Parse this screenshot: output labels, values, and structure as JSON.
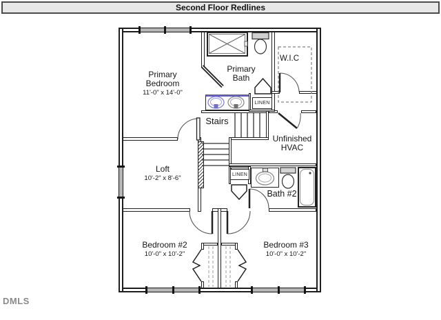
{
  "header": {
    "title": "Second Floor Redlines"
  },
  "watermark": "DMLS",
  "colors": {
    "wall": "#1d1d1d",
    "window_fill": "#b6b6b6",
    "header_bg": "#e7e7e7",
    "redline_blue": "#5c5cd0",
    "text": "#161616",
    "watermark_gray": "#8a8a8a"
  },
  "rooms": {
    "primary_bedroom": {
      "name": "Primary Bedroom",
      "dims": "11'-0\" x 14'-0\""
    },
    "primary_bath": {
      "name": "Primary Bath"
    },
    "wic": {
      "name": "W.I.C"
    },
    "stairs": {
      "name": "Stairs"
    },
    "linen_upper": {
      "name": "LINEN"
    },
    "unfinished_hvac": {
      "name": "Unfinished HVAC"
    },
    "loft": {
      "name": "Loft",
      "dims": "10'-2\" x 8'-6\""
    },
    "linen_hall": {
      "name": "LINEN"
    },
    "bath2": {
      "name": "Bath #2"
    },
    "bedroom2": {
      "name": "Bedroom #2",
      "dims": "10'-0\" x 10'-2\""
    },
    "bedroom3": {
      "name": "Bedroom #3",
      "dims": "10'-0\" x 10'-2\""
    }
  },
  "fixtures": {
    "shower": "shower-icon",
    "primary_toilet": "toilet-icon",
    "primary_double_sink": "double-sink-icon",
    "bath2_sink": "sink-icon",
    "bath2_toilet": "toilet-icon",
    "bath2_tub": "bathtub-icon",
    "stairs": "stairs-icon",
    "closet_doors": "bifold-door-icon"
  }
}
